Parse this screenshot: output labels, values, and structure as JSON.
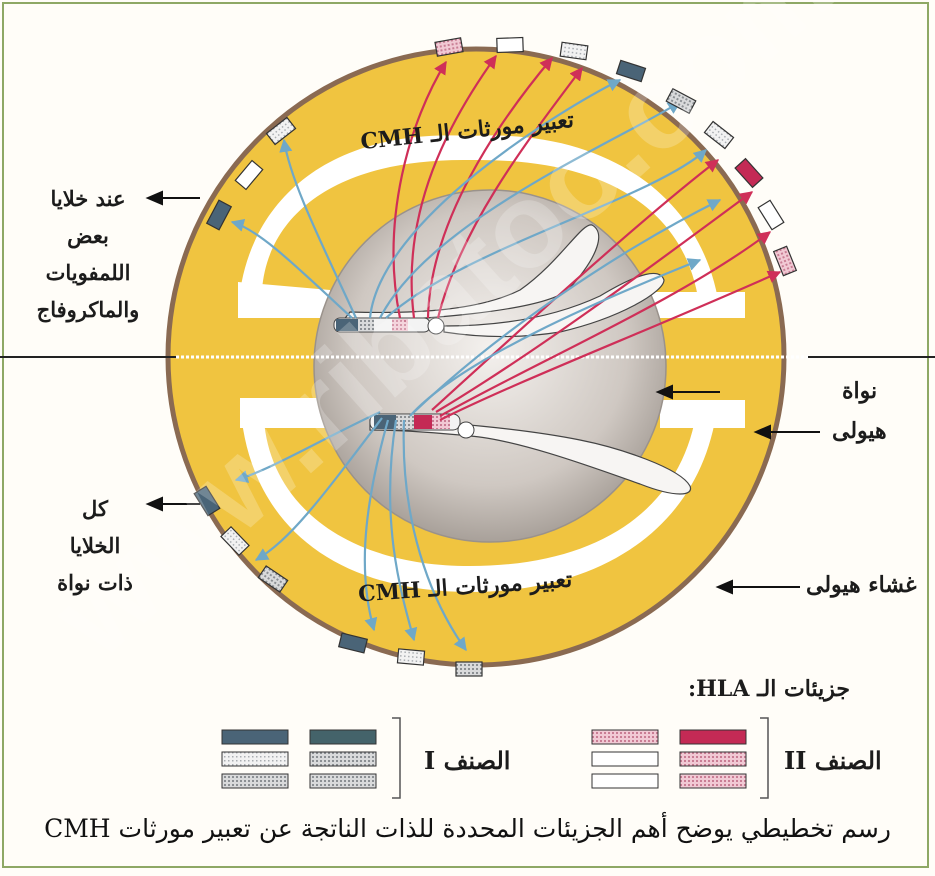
{
  "labels": {
    "top_expression": "تعبير مورثات الـ CMH",
    "bottom_expression": "تعبير مورثات الـ CMH",
    "left_top": [
      "عند خلايا",
      "بعض",
      "اللمفويات",
      "والماكروفاج"
    ],
    "left_bottom": [
      "كل",
      "الخلايا",
      "ذات نواة"
    ],
    "nucleus": "نواة",
    "cytoplasm": "هيولى",
    "cell_membrane": "غشاء هيولى"
  },
  "legend": {
    "title": "جزيئات الـ HLA:",
    "class_one": "الصنف I",
    "class_two": "الصنف II"
  },
  "caption": "رسم تخطيطي يوضح أهم الجزيئات المحددة للذات الناتجة عن تعبير مورثات CMH",
  "watermark": "www.ribatoo.com",
  "colors": {
    "cytoplasm": "#f0c440",
    "membrane": "#8a6a52",
    "nucleus": "#c9c3bd",
    "class_i_arrow": "#7fb3cf",
    "class_ii_arrow": "#d23a5f",
    "class_i_box": "#4a6477",
    "class_ii_box": "#c42a55",
    "frame": "#8ea865"
  }
}
